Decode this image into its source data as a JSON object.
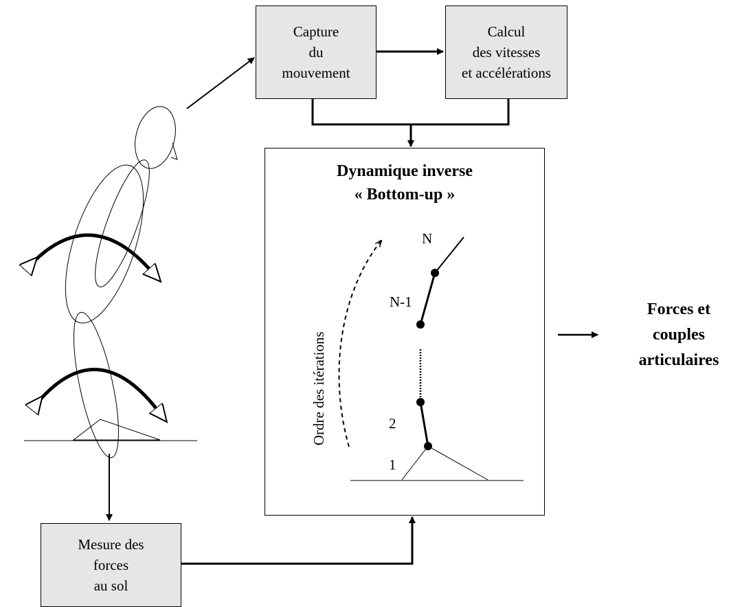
{
  "capture_box": {
    "line1": "Capture",
    "line2": "du",
    "line3": "mouvement"
  },
  "calcul_box": {
    "line1": "Calcul",
    "line2": "des vitesses",
    "line3": "et accélérations"
  },
  "mesure_box": {
    "line1": "Mesure des",
    "line2": "forces",
    "line3": "au sol"
  },
  "main_box": {
    "title_line1": "Dynamique inverse",
    "title_line2": "« Bottom-up »"
  },
  "chain_labels": {
    "top": "N",
    "second": "N-1",
    "lower": "2",
    "bottom": "1"
  },
  "iteration_label": "Ordre des itérations",
  "output": {
    "line1": "Forces et",
    "line2": "couples",
    "line3": "articulaires"
  }
}
